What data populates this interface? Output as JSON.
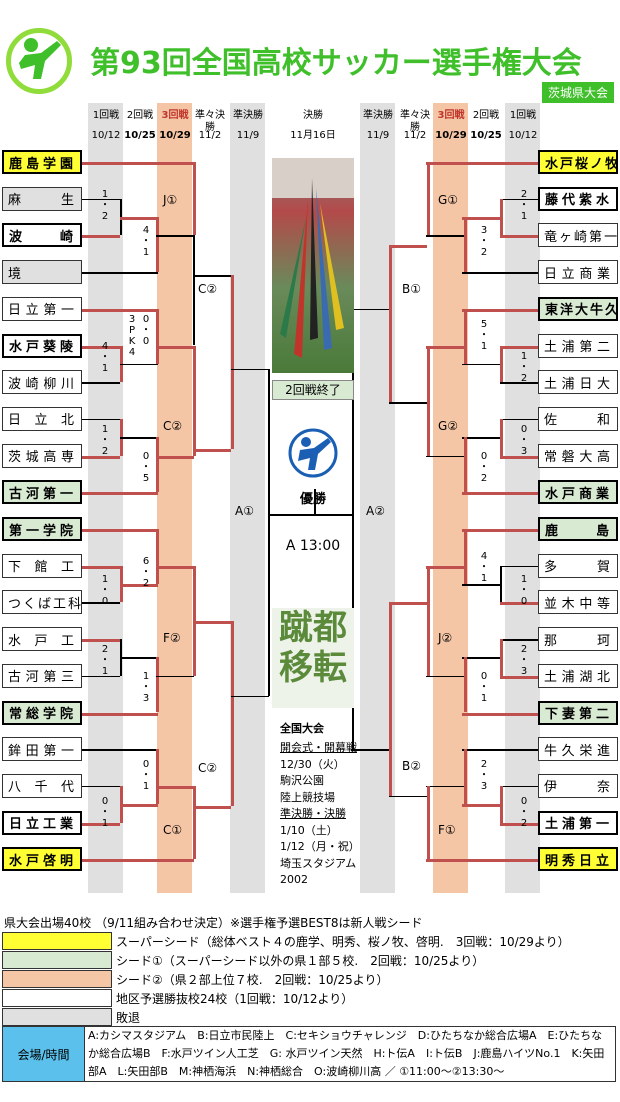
{
  "title": "第93回全国高校サッカー選手権大会",
  "prefecture_badge": "茨城県大会",
  "header": {
    "left_rounds": [
      {
        "label": "1回戦",
        "date": "10/12"
      },
      {
        "label": "2回戦",
        "date": "10/25"
      },
      {
        "label": "3回戦",
        "date": "10/29"
      },
      {
        "label": "準々決勝",
        "date": "11/2"
      },
      {
        "label": "準決勝",
        "date": "11/9"
      }
    ],
    "final": {
      "label": "決勝",
      "date": "11月16日"
    },
    "right_rounds": [
      {
        "label": "準決勝",
        "date": "11/9"
      },
      {
        "label": "準々決勝",
        "date": "11/2"
      },
      {
        "label": "3回戦",
        "date": "10/29"
      },
      {
        "label": "2回戦",
        "date": "10/25"
      },
      {
        "label": "1回戦",
        "date": "10/12"
      }
    ]
  },
  "left_teams": [
    {
      "name": "鹿島学園",
      "style": "yellow"
    },
    {
      "name": "麻生",
      "style": "gray"
    },
    {
      "name": "波崎",
      "style": "white-b"
    },
    {
      "name": "境",
      "style": "gray"
    },
    {
      "name": "日立第一",
      "style": "plain"
    },
    {
      "name": "水戸葵陵",
      "style": "white-b"
    },
    {
      "name": "波崎柳川",
      "style": "plain"
    },
    {
      "name": "日立北",
      "style": "plain"
    },
    {
      "name": "茨城高専",
      "style": "plain"
    },
    {
      "name": "古河第一",
      "style": "green"
    },
    {
      "name": "第一学院",
      "style": "green"
    },
    {
      "name": "下館工",
      "style": "plain"
    },
    {
      "name": "つくば工科",
      "style": "plain"
    },
    {
      "name": "水戸工",
      "style": "plain"
    },
    {
      "name": "古河第三",
      "style": "plain"
    },
    {
      "name": "常総学院",
      "style": "green"
    },
    {
      "name": "鉾田第一",
      "style": "plain"
    },
    {
      "name": "八千代",
      "style": "plain"
    },
    {
      "name": "日立工業",
      "style": "white-b"
    },
    {
      "name": "水戸啓明",
      "style": "yellow"
    }
  ],
  "right_teams": [
    {
      "name": "水戸桜ノ牧",
      "style": "yellow"
    },
    {
      "name": "藤代紫水",
      "style": "white-b"
    },
    {
      "name": "竜ヶ崎第一",
      "style": "plain"
    },
    {
      "name": "日立商業",
      "style": "plain"
    },
    {
      "name": "東洋大牛久",
      "style": "green"
    },
    {
      "name": "土浦第二",
      "style": "plain"
    },
    {
      "name": "土浦日大",
      "style": "plain"
    },
    {
      "name": "佐和",
      "style": "plain"
    },
    {
      "name": "常磐大高",
      "style": "plain"
    },
    {
      "name": "水戸商業",
      "style": "green"
    },
    {
      "name": "鹿島",
      "style": "green"
    },
    {
      "name": "多賀",
      "style": "plain"
    },
    {
      "name": "並木中等",
      "style": "plain"
    },
    {
      "name": "那珂",
      "style": "plain"
    },
    {
      "name": "土浦湖北",
      "style": "plain"
    },
    {
      "name": "下妻第二",
      "style": "green"
    },
    {
      "name": "牛久栄進",
      "style": "plain"
    },
    {
      "name": "伊奈",
      "style": "plain"
    },
    {
      "name": "土浦第一",
      "style": "white-b"
    },
    {
      "name": "明秀日立",
      "style": "yellow"
    }
  ],
  "venues": {
    "left": [
      "J①",
      "C②",
      "C②",
      "F②",
      "C①",
      "A①"
    ],
    "right": [
      "G①",
      "B①",
      "G②",
      "J②",
      "B②",
      "F①",
      "A②"
    ]
  },
  "scores": {
    "l1": [
      "1",
      "・",
      "2"
    ],
    "l2": [
      "4",
      "・",
      "1"
    ],
    "l3": [
      "0",
      "・",
      "0"
    ],
    "l3pk": [
      "3",
      "P",
      "K",
      "4"
    ],
    "l4": [
      "4",
      "・",
      "1"
    ],
    "l5": [
      "1",
      "・",
      "2"
    ],
    "l6": [
      "0",
      "・",
      "5"
    ],
    "l7": [
      "6",
      "・",
      "2"
    ],
    "l8": [
      "1",
      "・",
      "0"
    ],
    "l9": [
      "2",
      "・",
      "1"
    ],
    "l10": [
      "1",
      "・",
      "3"
    ],
    "l11": [
      "0",
      "・",
      "1"
    ],
    "l12": [
      "0",
      "・",
      "1"
    ],
    "r1": [
      "2",
      "・",
      "1"
    ],
    "r2": [
      "3",
      "・",
      "2"
    ],
    "r3": [
      "5",
      "・",
      "1"
    ],
    "r4": [
      "1",
      "・",
      "2"
    ],
    "r5": [
      "0",
      "・",
      "3"
    ],
    "r6": [
      "0",
      "・",
      "2"
    ],
    "r7": [
      "4",
      "・",
      "1"
    ],
    "r8": [
      "1",
      "・",
      "0"
    ],
    "r9": [
      "2",
      "・",
      "3"
    ],
    "r10": [
      "0",
      "・",
      "1"
    ],
    "r11": [
      "2",
      "・",
      "3"
    ],
    "r12": [
      "0",
      "・",
      "2"
    ]
  },
  "center": {
    "photo_caption": "2回戦終了",
    "winner_label": "優勝",
    "final_time": "A 13:00",
    "calligraphy": "蹴都移転",
    "nat_title": "全国大会",
    "nat_lines": [
      "開会式・開幕戦",
      "12/30（火）",
      "駒沢公園",
      "陸上競技場",
      "準決勝・決勝",
      "1/10（土）",
      "1/12（月・祝）",
      "埼玉スタジアム",
      "2002"
    ]
  },
  "footer": {
    "note": "県大会出場40校 （9/11組み合わせ決定）※選手権予選BEST8は新人戦シード",
    "legend": [
      {
        "color": "#ffff33",
        "text": "スーパーシード（総体ベスト４の鹿学、明秀、桜ノ牧、啓明.　3回戦：10/29より）"
      },
      {
        "color": "#d9ead3",
        "text": "シード①（スーパーシード以外の県１部５校.　2回戦：10/25より）"
      },
      {
        "color": "#f5c6a5",
        "text": "シード②（県２部上位７校.　2回戦：10/25より）"
      },
      {
        "color": "#ffffff",
        "text": "地区予選勝抜校24校（1回戦：10/12より）"
      },
      {
        "color": "#e0e0e0",
        "text": "敗退"
      }
    ],
    "venue_label": "会場/時間",
    "venue_text": "A:カシマスタジアム　B:日立市民陸上　C:セキショウチャレンジ　D:ひたちなか総合広場A　E:ひたちなか総合広場B　F:水戸ツイン人工芝　G: 水戸ツイン天然　H:ト伝A　I:ト伝B　J:鹿島ハイツNo.1　K:矢田部A　L:矢田部B　M:神栖海浜　N:神栖総合　O:波崎柳川高 ／ ①11:00〜②13:30〜"
  },
  "colors": {
    "accent": "#3fbf2a",
    "seed2": "#f5c6a5",
    "gray_band": "#e0e0e0",
    "win_line": "#c0504d"
  }
}
